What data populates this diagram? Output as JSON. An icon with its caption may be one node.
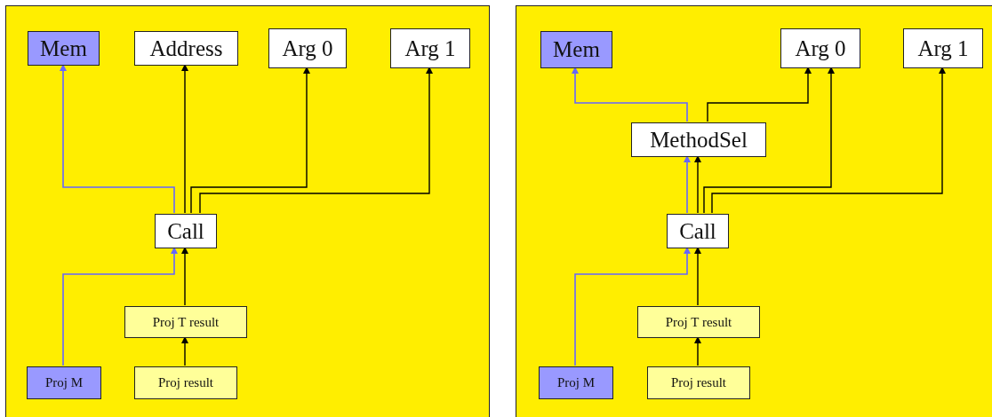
{
  "diagram": {
    "nodes": [
      {
        "text": [],
        "shape": "box"
      },
      {
        "text": [
          "Mem"
        ],
        "in": 0
      },
      {
        "text": [
          "Address"
        ],
        "in": 0
      },
      {
        "text": [
          "Arg 0"
        ],
        "in": 0
      },
      {
        "text": [
          "Arg 1"
        ],
        "in": 0
      },
      {
        "text": [
          "Call"
        ],
        "in": 0
      },
      {
        "text": [
          "Proj T result"
        ],
        "in": 0
      },
      {
        "text": [
          "Proj M"
        ],
        "in": 0
      },
      {
        "text": [
          "Proj result"
        ],
        "in": 0
      },
      {
        "text": [],
        "shape": "box"
      },
      {
        "text": [
          "Mem"
        ],
        "in": 9
      },
      {
        "text": [
          "Arg 0"
        ],
        "in": 9
      },
      {
        "text": [
          "Arg 1"
        ],
        "in": 9
      },
      {
        "text": [
          "MethodSel"
        ],
        "in": 9
      },
      {
        "text": [
          "Call"
        ],
        "in": 9
      },
      {
        "text": [
          "Proj T result"
        ],
        "in": 9
      },
      {
        "text": [
          "Proj M"
        ],
        "in": 9
      },
      {
        "text": [
          "Proj result"
        ],
        "in": 9
      }
    ],
    "edges": [
      {
        "from": 5,
        "to": 1,
        "arrow": "to",
        "color": "#6666ff"
      },
      {
        "from": 5,
        "to": 2,
        "arrow": "to"
      },
      {
        "from": 5,
        "to": 3,
        "arrow": "to"
      },
      {
        "from": 5,
        "to": 4,
        "arrow": "to"
      },
      {
        "from": 6,
        "to": 5,
        "arrow": "to"
      },
      {
        "from": 7,
        "to": 5,
        "arrow": "to",
        "color": "#6666ff"
      },
      {
        "from": 8,
        "to": 6,
        "arrow": "to"
      },
      {
        "from": 13,
        "to": 10,
        "arrow": "to",
        "color": "#6666ff"
      },
      {
        "from": 13,
        "to": 11,
        "arrow": "to"
      },
      {
        "from": 14,
        "to": 13,
        "arrow": "to",
        "color": "#6666ff"
      },
      {
        "from": 14,
        "to": 13,
        "arrow": "to"
      },
      {
        "from": 14,
        "to": 11,
        "arrow": "to"
      },
      {
        "from": 14,
        "to": 12,
        "arrow": "to"
      },
      {
        "from": 15,
        "to": 14,
        "arrow": "to"
      },
      {
        "from": 16,
        "to": 14,
        "arrow": "to",
        "color": "#6666ff"
      },
      {
        "from": 17,
        "to": 15,
        "arrow": "to"
      }
    ]
  }
}
